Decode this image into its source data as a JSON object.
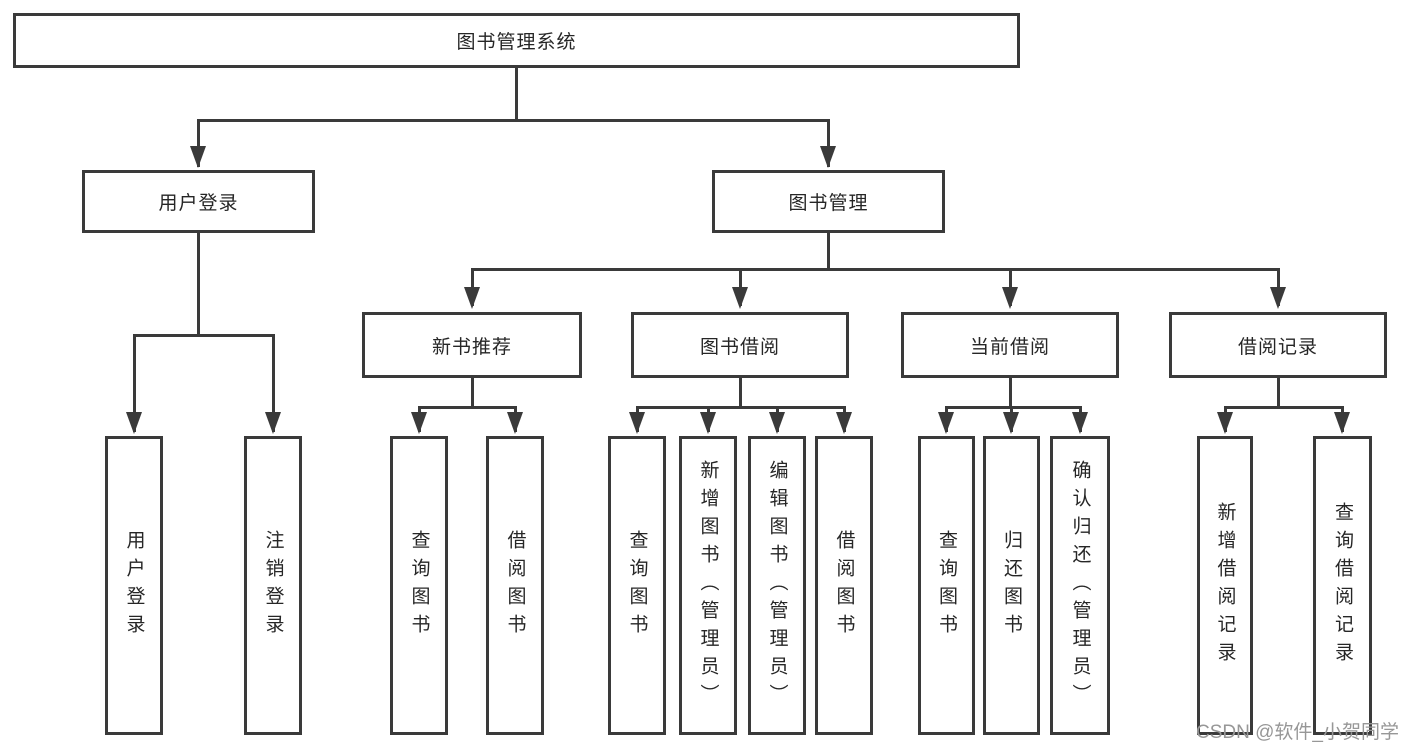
{
  "diagram_type": "hierarchy-tree",
  "colors": {
    "line": "#3a3a3a",
    "box_border": "#3a3a3a",
    "text": "#262626",
    "background": "#ffffff",
    "watermark": "#979797"
  },
  "tree": {
    "label": "图书管理系统",
    "children": [
      {
        "label": "用户登录",
        "children": [
          {
            "label": "用户登录"
          },
          {
            "label": "注销登录"
          }
        ]
      },
      {
        "label": "图书管理",
        "children": [
          {
            "label": "新书推荐",
            "children": [
              {
                "label": "查询图书"
              },
              {
                "label": "借阅图书"
              }
            ]
          },
          {
            "label": "图书借阅",
            "children": [
              {
                "label": "查询图书"
              },
              {
                "label": "新增图书（管理员）"
              },
              {
                "label": "编辑图书（管理员）"
              },
              {
                "label": "借阅图书"
              }
            ]
          },
          {
            "label": "当前借阅",
            "children": [
              {
                "label": "查询图书"
              },
              {
                "label": "归还图书"
              },
              {
                "label": "确认归还（管理员）"
              }
            ]
          },
          {
            "label": "借阅记录",
            "children": [
              {
                "label": "新增借阅记录"
              },
              {
                "label": "查询借阅记录"
              }
            ]
          }
        ]
      }
    ]
  },
  "watermark": {
    "text": "CSDN @软件_小贺同学"
  }
}
